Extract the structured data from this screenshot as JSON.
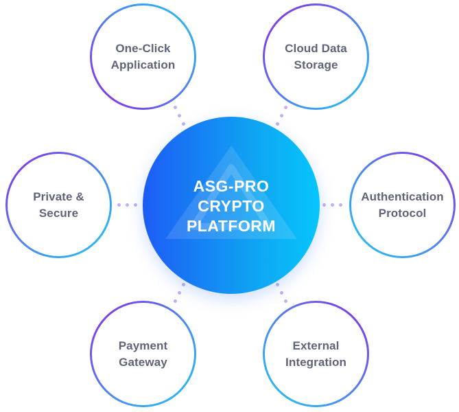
{
  "center": {
    "lines": [
      "ASG-PRO",
      "CRYPTO",
      "PLATFORM"
    ],
    "gradient_start": "#1d5cf5",
    "gradient_end": "#06c6fb",
    "watermark_icon": "triangle-logo-icon"
  },
  "nodes": [
    {
      "id": "one-click-application",
      "lines": [
        "One-Click",
        "Application"
      ]
    },
    {
      "id": "cloud-data-storage",
      "lines": [
        "Cloud Data",
        "Storage"
      ]
    },
    {
      "id": "private-secure",
      "lines": [
        "Private &",
        "Secure"
      ]
    },
    {
      "id": "authentication-protocol",
      "lines": [
        "Authentication",
        "Protocol"
      ]
    },
    {
      "id": "payment-gateway",
      "lines": [
        "Payment",
        "Gateway"
      ]
    },
    {
      "id": "external-integration",
      "lines": [
        "External",
        "Integration"
      ]
    }
  ],
  "colors": {
    "ring_cyan": "#1ec7f0",
    "ring_purple": "#8a2be2",
    "label_text": "#5e6477",
    "connector_dots": "#c2aef3"
  }
}
